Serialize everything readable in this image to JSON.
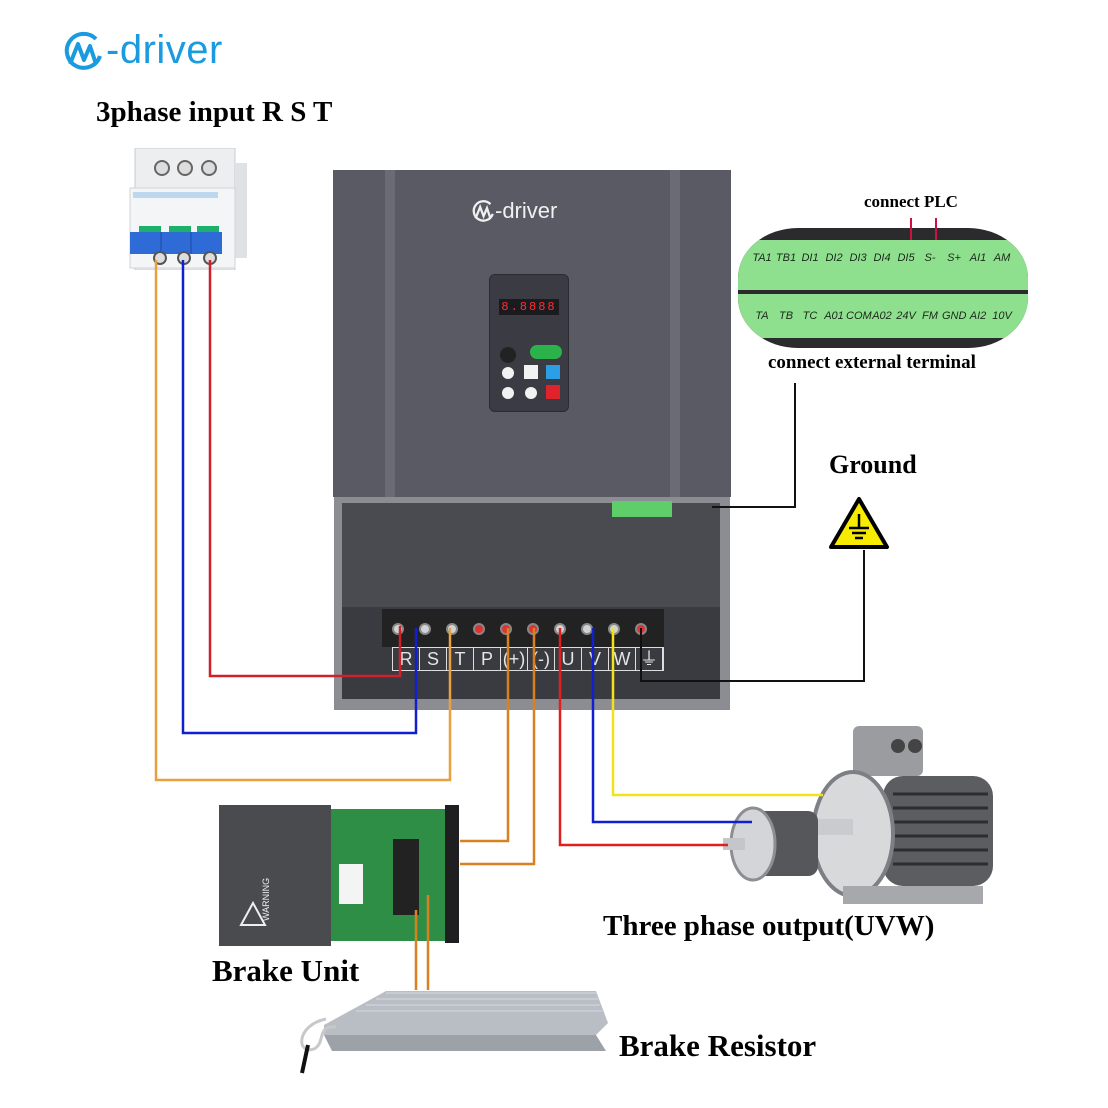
{
  "brand": {
    "name": "-driver",
    "color": "#1a9be0"
  },
  "labels": {
    "input": "3phase input R S T",
    "plc": "connect PLC",
    "external": "connect external terminal",
    "ground": "Ground",
    "output": "Three phase output(UVW)",
    "brake_unit": "Brake Unit",
    "brake_resistor": "Brake Resistor"
  },
  "drive": {
    "logo": "-driver",
    "display": "8.8888",
    "power_terminals": [
      "R",
      "S",
      "T",
      "P",
      "(+)",
      "(-)",
      "U",
      "V",
      "W",
      "⏚"
    ]
  },
  "control_terminals": {
    "top_row": [
      "TA1",
      "TB1",
      "DI1",
      "DI2",
      "DI3",
      "DI4",
      "DI5",
      "S-",
      "S+",
      "AI1",
      "AM"
    ],
    "bottom_row": [
      "TA",
      "TB",
      "TC",
      "A01",
      "COM",
      "A02",
      "24V",
      "FM",
      "GND",
      "AI2",
      "10V"
    ]
  },
  "wire_colors": {
    "R": "#d0202a",
    "S": "#1020d0",
    "T": "#e8a040",
    "P": "#d98020",
    "N": "#d98020",
    "U": "#e02020",
    "V": "#1020d0",
    "W": "#f2e21a",
    "PE": "#111111",
    "PLC": "#d01040"
  },
  "breaker": {
    "poles": 3
  }
}
